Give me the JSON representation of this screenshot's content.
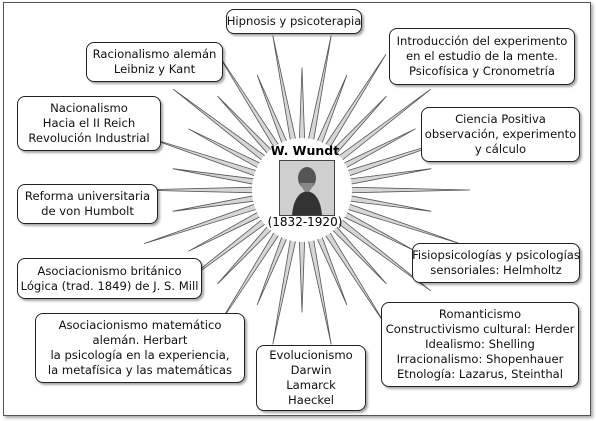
{
  "center": {
    "name": "W. Wundt",
    "years": "(1832-1920)"
  },
  "nodes": {
    "hipnosis": [
      "Hipnosis y psicoterapia"
    ],
    "introduccion": [
      "Introducción del experimento",
      "en el estudio de la mente.",
      "Psicofísica y Cronometría"
    ],
    "racionalismo": [
      "Racionalismo alemán",
      "Leibniz y Kant"
    ],
    "nacionalismo": [
      "Nacionalismo",
      "Hacia el II Reich",
      "Revolución Industrial"
    ],
    "ciencia": [
      "Ciencia Positiva",
      "observación, experimento",
      "y cálculo"
    ],
    "reforma": [
      "Reforma universitaria",
      "de von Humbolt"
    ],
    "fisiopsicologias": [
      "Fisiopsicologías y psicologías",
      "sensoriales: Helmholtz"
    ],
    "asociacionismo_britanico": [
      "Asociacionismo británico",
      "Lógica (trad. 1849) de J. S. Mill"
    ],
    "asociacionismo_matematico": [
      "Asociacionismo matemático",
      "alemán. Herbart",
      "la psicología en la experiencia,",
      "la metafísica y las matemáticas"
    ],
    "evolucionismo": [
      "Evolucionismo",
      "Darwin",
      "Lamarck",
      "Haeckel"
    ],
    "romanticismo": [
      "Romanticismo",
      "Constructivismo cultural: Herder",
      "Idealismo: Shelling",
      "Irracionalismo: Shopenhauer",
      "Etnología: Lazarus, Steinthal"
    ]
  }
}
